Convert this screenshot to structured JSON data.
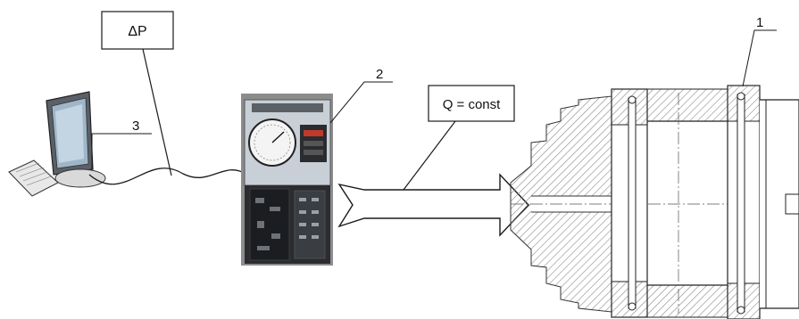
{
  "labels": {
    "delta_p": "ΔP",
    "flow": "Q = const",
    "num1": "1",
    "num2": "2",
    "num3": "3"
  },
  "colors": {
    "line": "#1a1a1a",
    "hatch": "#8a8a8a",
    "unit_body": "#c9cfd6",
    "unit_dark": "#2a2c30",
    "screen": "#9fb6c9"
  },
  "icons": [
    "computer-icon",
    "measuring-unit-photo",
    "nozzle-assembly-drawing",
    "flow-arrow-icon"
  ]
}
